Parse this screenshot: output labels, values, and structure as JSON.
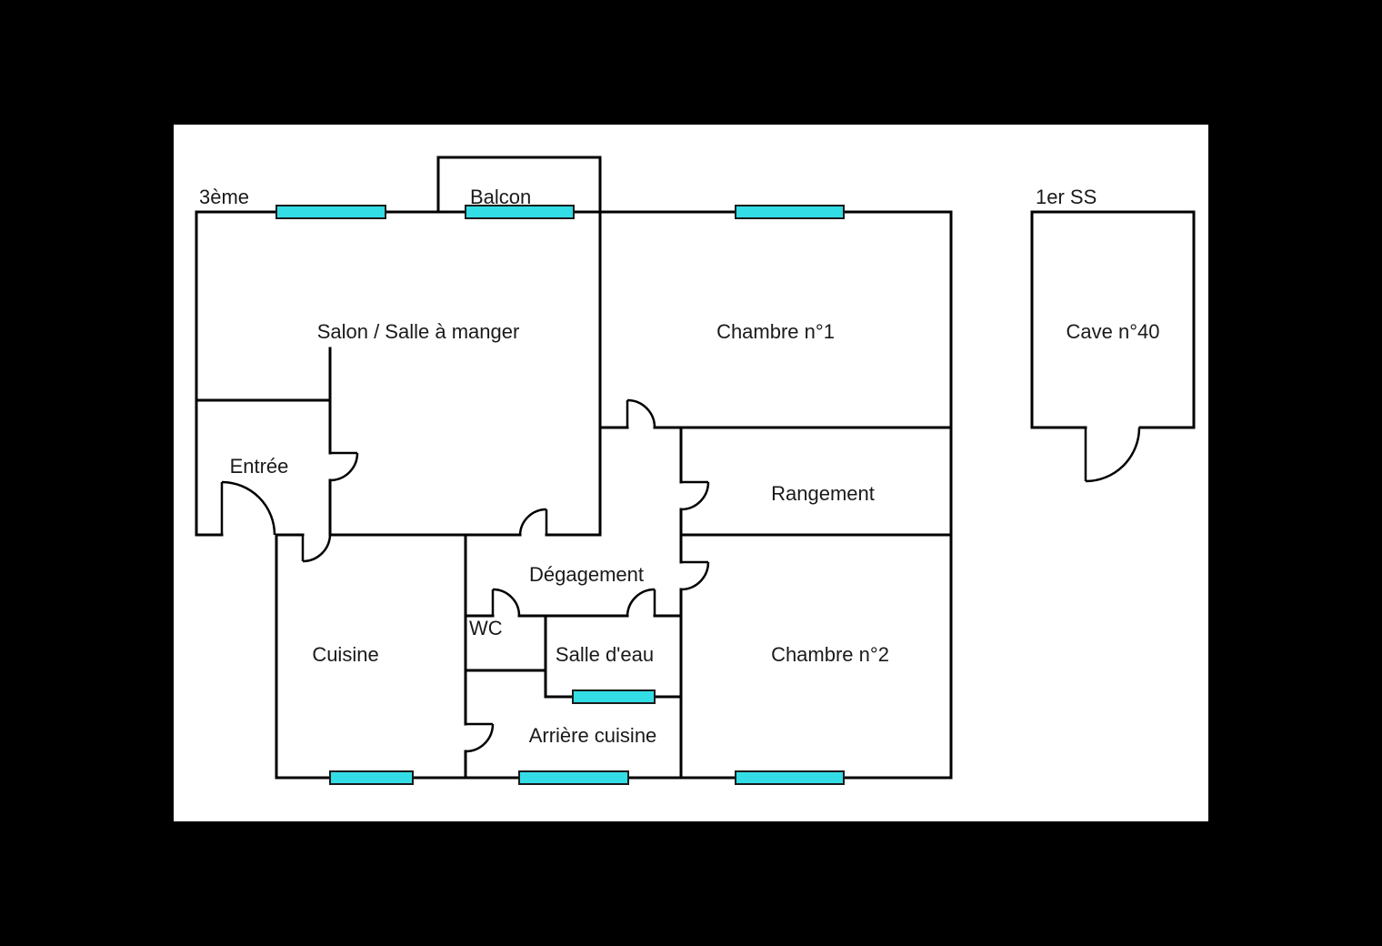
{
  "colors": {
    "background": "#000000",
    "paper": "#ffffff",
    "wall": "#000000",
    "window": "#33dde6",
    "text": "#1a1a1a"
  },
  "apartment": {
    "floor_label": "3ème",
    "rooms": {
      "balcon": "Balcon",
      "salon": "Salon / Salle à manger",
      "chambre1": "Chambre n°1",
      "entree": "Entrée",
      "rangement": "Rangement",
      "degagement": "Dégagement",
      "wc": "WC",
      "cuisine": "Cuisine",
      "salle_eau": "Salle d'eau",
      "chambre2": "Chambre n°2",
      "arriere_cuisine": "Arrière cuisine"
    }
  },
  "cellar": {
    "floor_label": "1er SS",
    "room": "Cave n°40"
  }
}
